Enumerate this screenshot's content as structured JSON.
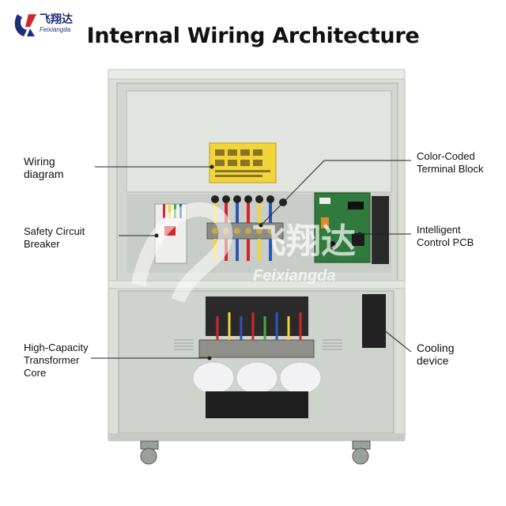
{
  "brand": {
    "cn": "飞翔达",
    "en": "Feixiangda"
  },
  "title": "Internal Wiring Architecture",
  "callouts": {
    "wiring_diagram": [
      "Wiring",
      "diagram"
    ],
    "breaker": [
      "Safety Circuit",
      "Breaker"
    ],
    "transformer": [
      "High-Capacity",
      "Transformer",
      "Core"
    ],
    "terminal": [
      "Color-Coded",
      "Terminal Block"
    ],
    "pcb": [
      "Intelligent",
      "Control PCB"
    ],
    "cooling": [
      "Cooling",
      "device"
    ]
  },
  "watermark": {
    "cn": "飞翔达",
    "en": "Feixiangda"
  },
  "colors": {
    "cabinet": "#dfe2dd",
    "interior": "#cfd3ce",
    "label_yellow": "#f2d43b",
    "pcb_green": "#2f7a3c",
    "brand_blue": "#1c2f7a",
    "brand_red": "#d2262b"
  }
}
